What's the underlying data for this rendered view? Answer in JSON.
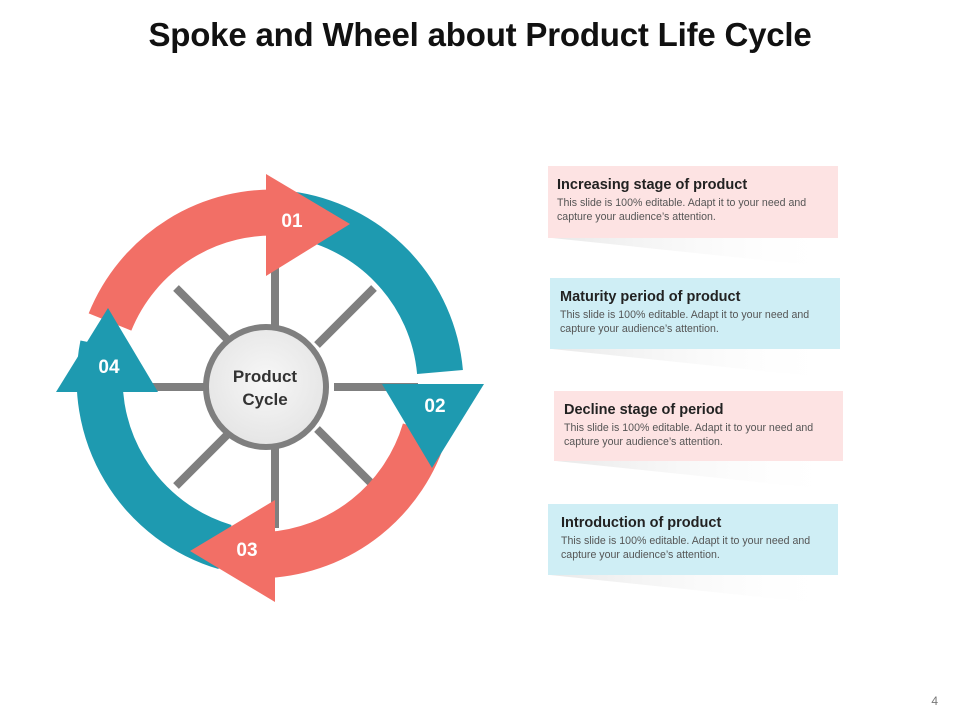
{
  "title": "Spoke and Wheel about Product Life Cycle",
  "center_label": [
    "Product",
    "Cycle"
  ],
  "steps": [
    {
      "number": "01",
      "color": "#f26f66"
    },
    {
      "number": "02",
      "color": "#1e9ab0"
    },
    {
      "number": "03",
      "color": "#f26f66"
    },
    {
      "number": "04",
      "color": "#1e9ab0"
    }
  ],
  "cards": [
    {
      "heading": "Increasing stage of product",
      "body": "This slide is 100% editable. Adapt it to your need and capture your audience’s attention.",
      "bg": "#fde3e3"
    },
    {
      "heading": "Maturity period of product",
      "body": "This slide is 100% editable. Adapt it to your need and capture your audience’s attention.",
      "bg": "#cfeef5"
    },
    {
      "heading": "Decline stage of period",
      "body": "This slide is 100% editable. Adapt it to your need and capture your audience’s attention.",
      "bg": "#fde3e3"
    },
    {
      "heading": "Introduction of product",
      "body": "This slide is 100% editable. Adapt it to your need and capture your audience’s attention.",
      "bg": "#cfeef5"
    }
  ],
  "colors": {
    "coral": "#f26f66",
    "teal": "#1e9ab0",
    "spoke": "#7f7f7f",
    "hub_fill": "#eeeeee"
  },
  "page_number": "4"
}
